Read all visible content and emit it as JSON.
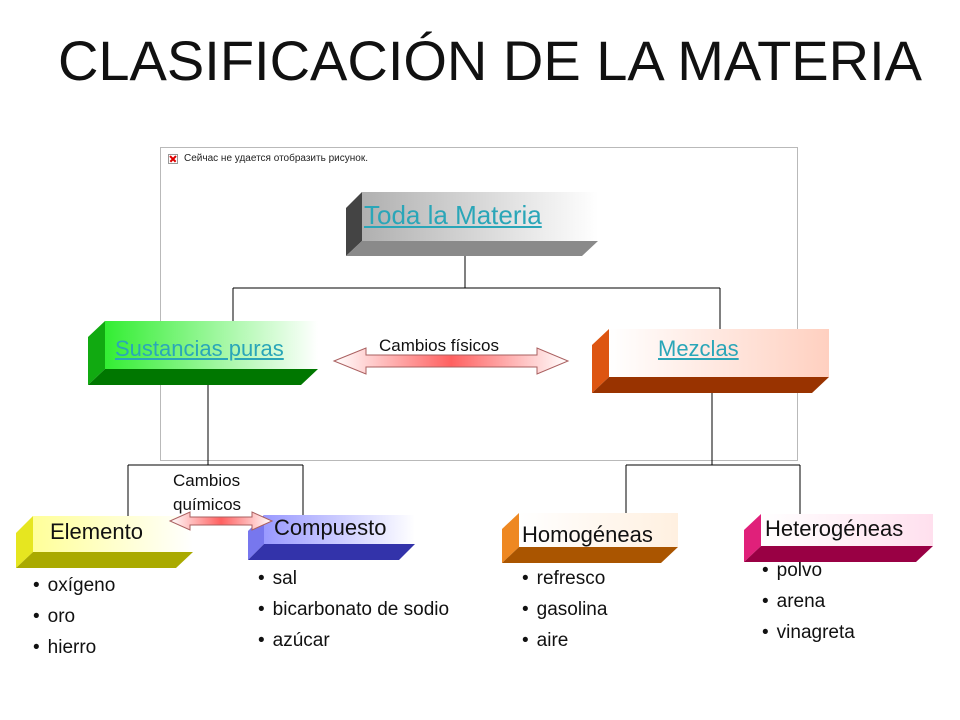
{
  "title": "CLASIFICACIÓN DE LA MATERIA",
  "broken_image_text": "Сейчас не удается отобразить рисунок.",
  "nodes": {
    "root": {
      "label": "Toda la Materia",
      "color": "#ffffff"
    },
    "pure": {
      "label": "Sustancias puras",
      "color": "#22dd22"
    },
    "mix": {
      "label": "Mezclas",
      "color": "#e05a10"
    },
    "element": {
      "label": "Elemento",
      "color": "#e6e620"
    },
    "compound": {
      "label": "Compuesto",
      "color": "#8080ff"
    },
    "homog": {
      "label": "Homogéneas",
      "color": "#f08a1a"
    },
    "heterog": {
      "label": "Heterogéneas",
      "color": "#e0207a"
    }
  },
  "arrows": {
    "physical": "Cambios físicos",
    "chemical": "Cambios químicos"
  },
  "lists": {
    "element": [
      "oxígeno",
      "oro",
      "hierro"
    ],
    "compound": [
      "sal",
      "bicarbonato de sodio",
      "azúcar"
    ],
    "homog": [
      "refresco",
      "gasolina",
      "aire"
    ],
    "heterog": [
      "polvo",
      "arena",
      "vinagreta"
    ]
  }
}
